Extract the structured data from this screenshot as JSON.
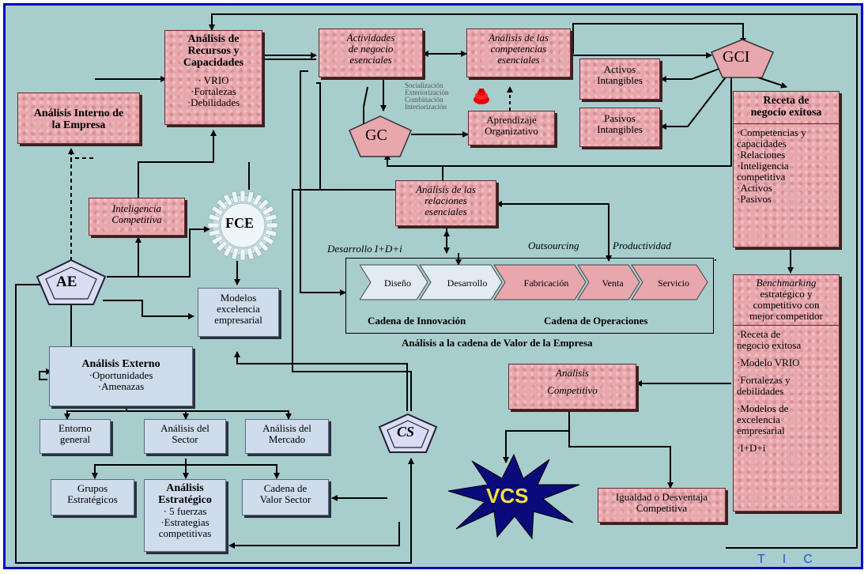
{
  "nodes": {
    "interno": {
      "l1": "Análisis Interno de",
      "l2": "la Empresa"
    },
    "recursos": {
      "title1": "Análisis de",
      "title2": "Recursos y",
      "title3": "Capacidades",
      "i1": "· VRIO",
      "i2": "·Fortalezas",
      "i3": "·Debilidades"
    },
    "actividades": {
      "l1": "Actividades",
      "l2": "de negocio",
      "l3": "esenciales"
    },
    "competencias": {
      "l1": "Análisis de las",
      "l2": "competencias",
      "l3": "esenciales"
    },
    "modes": [
      "Socialización",
      "Exteriorización",
      "Combinación",
      "Interiorización"
    ],
    "aprendizaje": {
      "l1": "Aprendizaje",
      "l2": "Organizativo"
    },
    "activos": {
      "l1": "Activos",
      "l2": "Intangibles"
    },
    "pasivos": {
      "l1": "Pasivos",
      "l2": "Intangibles"
    },
    "receta": {
      "title1": "Receta de",
      "title2": "negocio exitosa",
      "items": [
        "·Competencias y",
        "capacidades",
        "·Relaciones",
        "·Inteligencia",
        "competitiva",
        "·Activos",
        "·Pasivos"
      ]
    },
    "bench": {
      "t1": "Benchmarking",
      "t2": "estratégico y",
      "t3": "competitivo con",
      "t4": "mejor competidor",
      "items": [
        "·Receta de",
        "negocio exitosa",
        "·Modelo VRIO",
        "·Fortalezas y",
        "debilidades",
        "·Modelos de",
        "excelencia",
        "empresarial",
        "·I+D+i"
      ]
    },
    "inteligencia": {
      "l1": "Inteligencia",
      "l2": "Competitiva"
    },
    "fce": "FCE",
    "relaciones": {
      "l1": "Análisis de las",
      "l2": "relaciones",
      "l3": "esenciales"
    },
    "modelos": {
      "l1": "Modelos",
      "l2": "excelencia",
      "l3": "empresarial"
    },
    "externo": {
      "title": "Análisis Externo",
      "i1": "·Oportunidades",
      "i2": "·Amenazas"
    },
    "entorno": {
      "l1": "Entorno",
      "l2": "general"
    },
    "sector": {
      "l1": "Análisis del",
      "l2": "Sector"
    },
    "mercado": {
      "l1": "Análisis del",
      "l2": "Mercado"
    },
    "grupos": {
      "l1": "Grupos",
      "l2": "Estratégicos"
    },
    "estrategico": {
      "t1": "Análisis",
      "t2": "Estratégico",
      "i1": "· 5 fuerzas",
      "i2": "·Estrategias",
      "i3": "competitivas"
    },
    "cadenasector": {
      "l1": "Cadena de",
      "l2": "Valor Sector"
    },
    "competitivo": {
      "l1": "Análisis",
      "l2": "Competitivo"
    },
    "igualdad": {
      "l1": "Igualdad o Desventaja",
      "l2": "Competitiva"
    },
    "vcs": "VCS",
    "ae": "AE",
    "gc": "GC",
    "gci": "GCI",
    "cs": "CS"
  },
  "labels": {
    "desarrollo": "Desarrollo  I+D+i",
    "outsourcing": "Outsourcing",
    "productividad": "Productividad"
  },
  "cadena": {
    "steps": [
      "Diseño",
      "Desarrollo",
      "Fabricación",
      "Venta",
      "Servicio"
    ],
    "innovacion": "Cadena de Innovación",
    "operaciones": "Cadena de Operaciones",
    "titulo": "Análisis a la cadena de Valor de la Empresa"
  },
  "footer": {
    "tic": "TIC"
  },
  "colors": {
    "background": "#a8cdcd",
    "frame": "#0000cc",
    "pink": "#e8a6ad",
    "blue": "#cfdcec",
    "vcs_fill": "#0a0a7a",
    "vcs_text": "#f4e040"
  }
}
